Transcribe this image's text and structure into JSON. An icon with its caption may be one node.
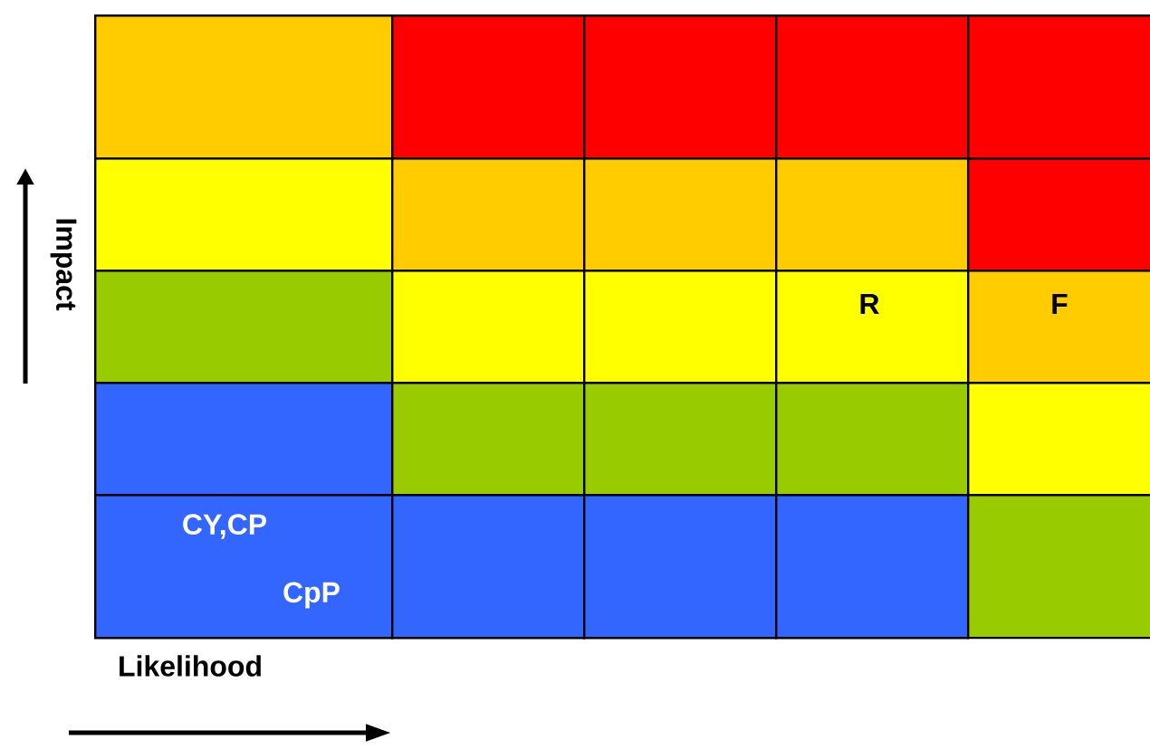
{
  "diagram": {
    "nodes": [
      {
        "text": [],
        "shape": "box"
      },
      {
        "text": [],
        "shape": "box"
      },
      {
        "text": [],
        "shape": "box"
      },
      {
        "text": [],
        "shape": "box"
      },
      {
        "text": [],
        "shape": "box"
      },
      {
        "text": [],
        "shape": "box"
      },
      {
        "text": [],
        "shape": "box"
      },
      {
        "text": [],
        "shape": "box"
      },
      {
        "text": [],
        "shape": "box"
      },
      {
        "text": [],
        "shape": "box"
      },
      {
        "text": [],
        "shape": "box"
      },
      {
        "text": [],
        "shape": "box"
      },
      {
        "text": [],
        "shape": "box"
      },
      {
        "text": [
          "R"
        ]
      },
      {
        "text": [
          "F"
        ]
      },
      {
        "text": [],
        "shape": "box"
      },
      {
        "text": [],
        "shape": "box"
      },
      {
        "text": [],
        "shape": "box"
      },
      {
        "text": [],
        "shape": "box"
      },
      {
        "text": [],
        "shape": "box"
      },
      {
        "text": [
          "CY,CP",
          "CpP"
        ]
      },
      {
        "text": [],
        "shape": "box"
      },
      {
        "text": [],
        "shape": "box"
      },
      {
        "text": [],
        "shape": "box"
      },
      {
        "text": [],
        "shape": "box"
      }
    ],
    "labels": [
      "Impact",
      "Likelihood"
    ]
  }
}
